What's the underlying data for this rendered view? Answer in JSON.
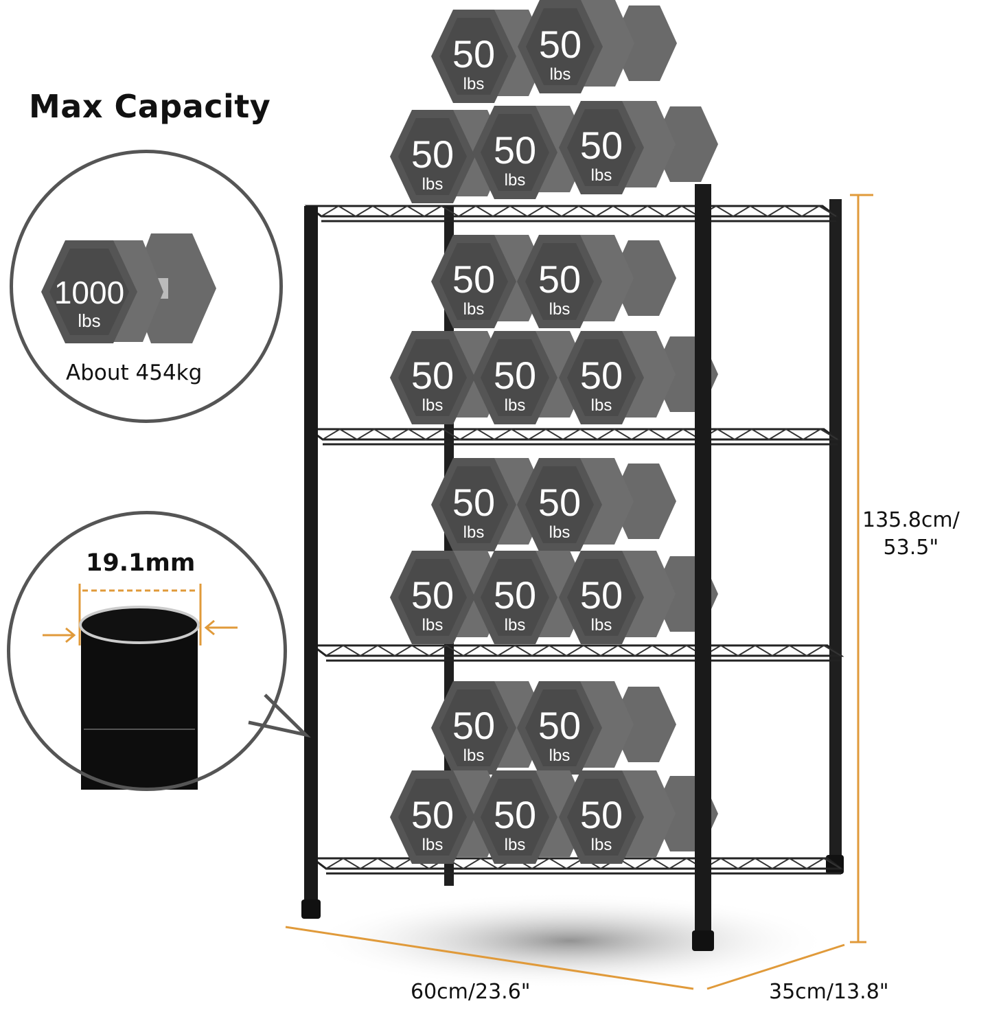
{
  "title": "Max Capacity",
  "capacity": {
    "weight_value": "1000",
    "weight_unit": "lbs",
    "subtitle": "About 454kg"
  },
  "pipe": {
    "diameter_label": "19.1mm"
  },
  "dimensions": {
    "height_line1": "135.8cm/",
    "height_line2": "53.5\"",
    "width": "60cm/23.6\"",
    "depth": "35cm/13.8\""
  },
  "dumbbell_label": {
    "value": "50",
    "unit": "lbs"
  },
  "colors": {
    "accent_orange": "#E09A3A",
    "dumbbell_gray": "#5f5f5f",
    "rack_black": "#1a1a1a",
    "circle_border": "#555555"
  }
}
